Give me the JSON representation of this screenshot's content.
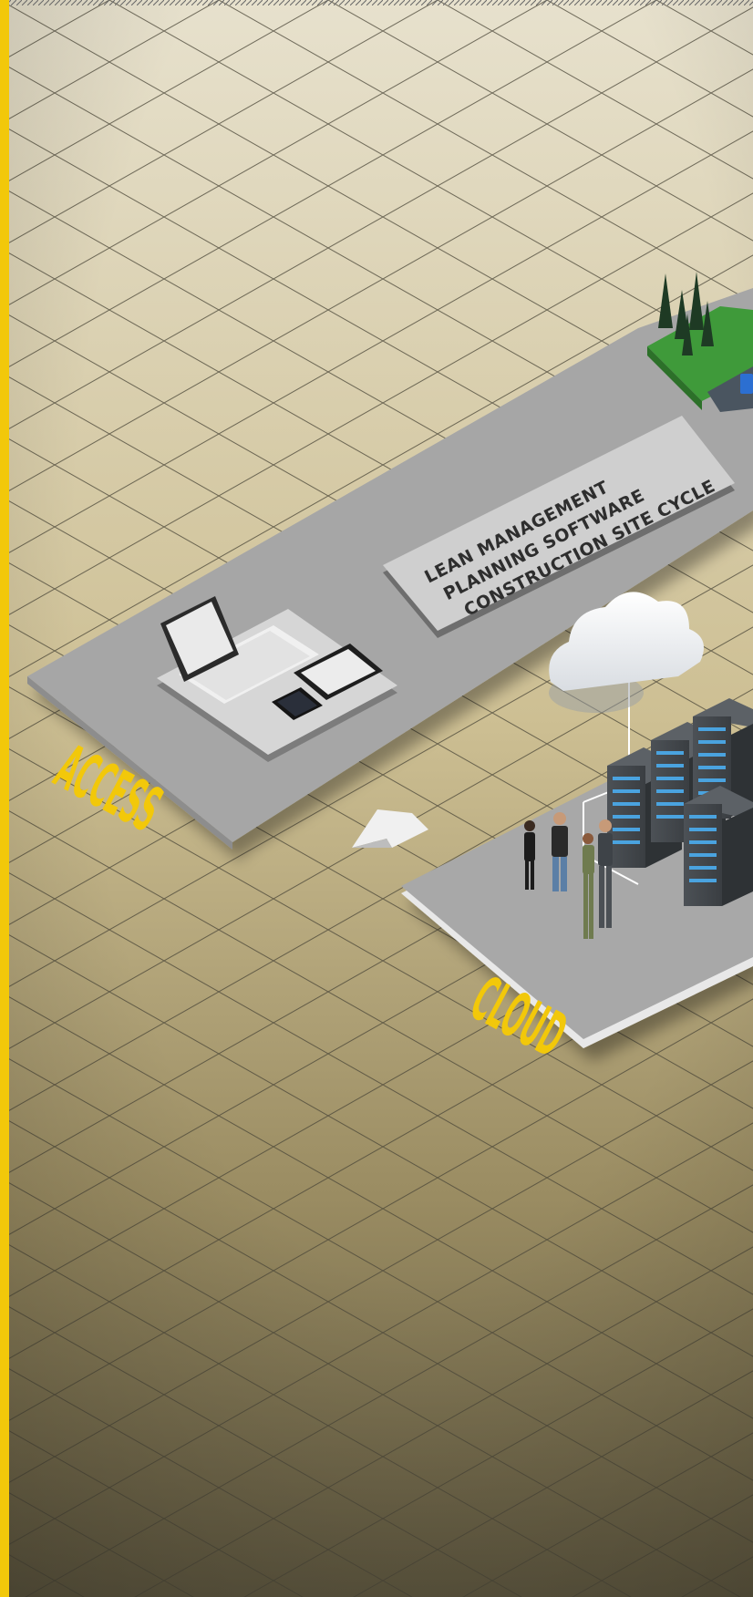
{
  "sign": {
    "line1": "LEAN MANAGEMENT",
    "line2": "PLANNING SOFTWARE",
    "line3": "CONSTRUCTION SITE CYCLE"
  },
  "zones": {
    "access": "ACCESS",
    "cloud": "CLOUD"
  },
  "colors": {
    "accent_yellow": "#f2c80a",
    "platform_gray": "#a3a3a3",
    "grid_line": "#3a3a3a",
    "grass_green": "#3f9a3a"
  },
  "icons": [
    "laptop-icon",
    "tablet-icon",
    "smartphone-icon",
    "cloud-icon",
    "server-rack-icon",
    "tree-icon",
    "arrow-icon",
    "person-icon"
  ]
}
